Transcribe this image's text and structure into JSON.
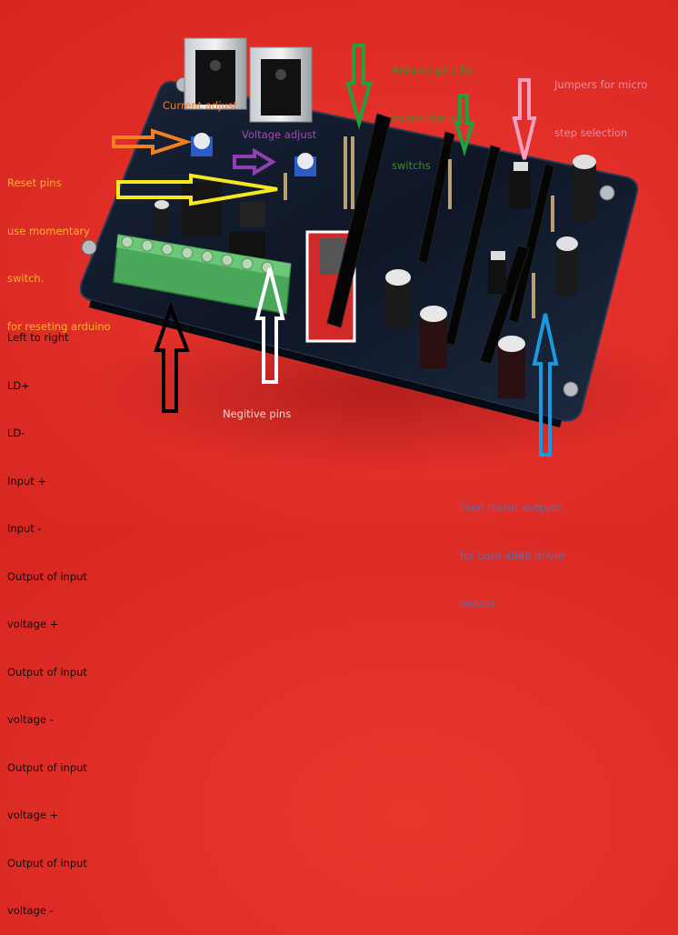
{
  "image": {
    "subject": "cnc-shield-board",
    "background_color": "#e3302a",
    "board_color": "#101828"
  },
  "annotations": {
    "current_adjust": {
      "text": "Current adjust",
      "color": "#f07a2a",
      "arrow_color": "#f08020"
    },
    "voltage_adjust": {
      "text": "Voltage adjust",
      "color": "#a04ab8",
      "arrow_color": "#9040b0"
    },
    "reset_pins": {
      "lines": [
        "Reset pins",
        "use momentary",
        "switch.",
        "for reseting arduino"
      ],
      "color": "#f5b623",
      "arrow_color": "#f5e820"
    },
    "arduino_pins": {
      "lines": [
        "Arduino pins for",
        "inputs like limit",
        "switchs"
      ],
      "color": "#3f8a30",
      "arrow_color": "#22a040"
    },
    "jumpers": {
      "lines": [
        "Jumpers for micro",
        "step selection"
      ],
      "color": "#f08aa0",
      "arrow_color": "#f4a0c0"
    },
    "terminal_list": {
      "lines": [
        "Left to right",
        "LD+",
        "LD-",
        "Input +",
        "Input -",
        "Output of input",
        "voltage +",
        "Output of input",
        "voltage -",
        "Output of input",
        "voltage +",
        "Output of input",
        "voltage -"
      ],
      "color": "#1a0808",
      "arrow_color": "#000000"
    },
    "negative_pins": {
      "text": "Negitive pins",
      "color": "#f4d6d0",
      "arrow_color": "#ffffff"
    },
    "dual_motor": {
      "lines": [
        "Dual motor outputs",
        "for both 4988 driver",
        "boards"
      ],
      "color": "#5a6fa8",
      "arrow_color": "#1a98e0"
    }
  }
}
